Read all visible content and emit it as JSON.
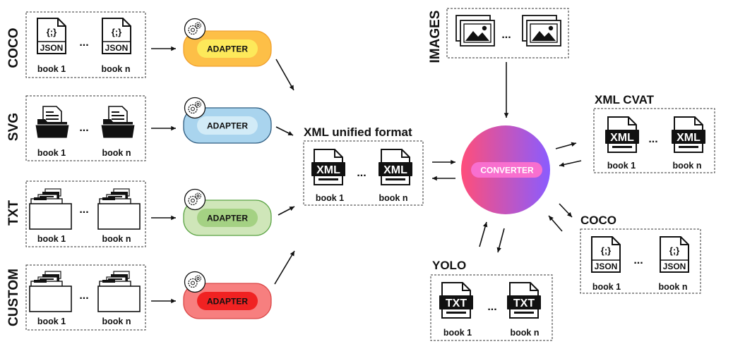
{
  "inputs": {
    "coco": "COCO",
    "svg": "SVG",
    "txt": "TXT",
    "custom": "CUSTOM"
  },
  "books": {
    "first": "book 1",
    "last": "book n",
    "ellipsis": "..."
  },
  "file_icons": {
    "json": "JSON",
    "json_glyph": "{;}",
    "xml": "XML",
    "txt": "TXT"
  },
  "adapter": {
    "label": "ADAPTER",
    "colors": {
      "coco": {
        "outer": "#fdbf47",
        "inner": "#fde95a",
        "stroke": "#f0a030"
      },
      "svg": {
        "outer": "#a9d4ee",
        "inner": "#d2ebf7",
        "stroke": "#2e5c80"
      },
      "txt": {
        "outer": "#cfe6b9",
        "inner": "#a4d183",
        "stroke": "#5aa343"
      },
      "custom": {
        "outer": "#f77f7f",
        "inner": "#f02222",
        "stroke": "#d94848"
      }
    }
  },
  "unified": {
    "title": "XML unified format"
  },
  "images": {
    "label": "IMAGES"
  },
  "converter": {
    "label": "CONVERTER",
    "gradient_start": "#ff4e7a",
    "gradient_end": "#8a5cff",
    "pill": "#f86fcf"
  },
  "outputs": {
    "cvat": "XML CVAT",
    "coco": "COCO",
    "yolo": "YOLO"
  }
}
